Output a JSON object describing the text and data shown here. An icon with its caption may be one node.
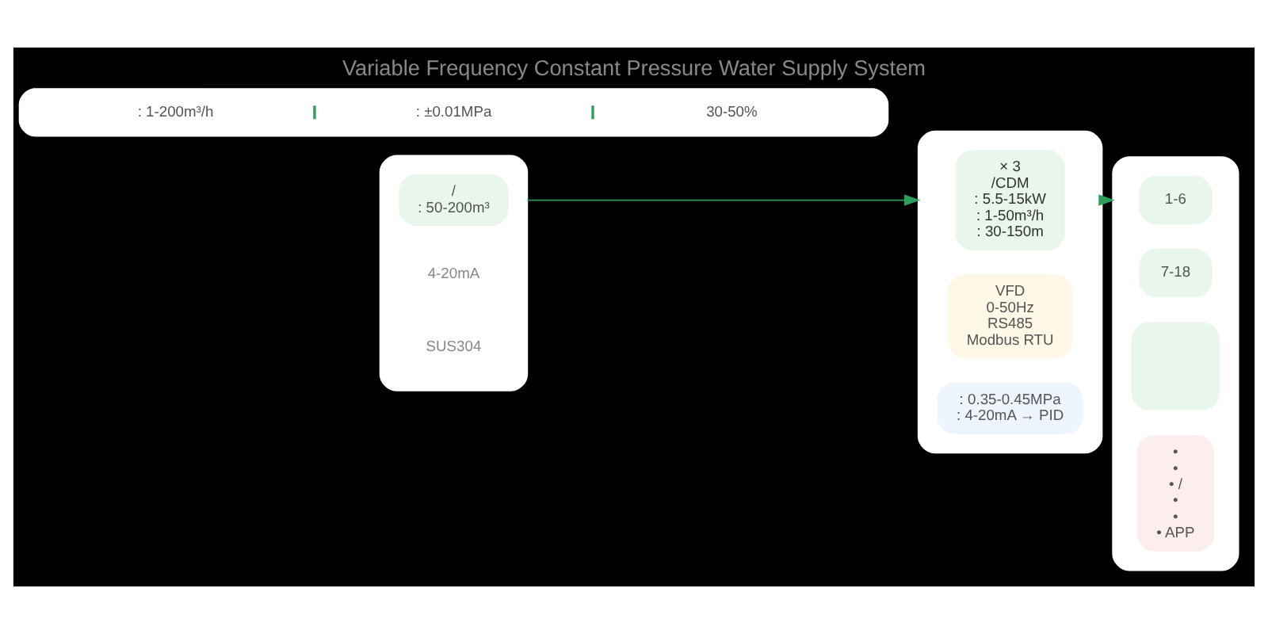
{
  "diagram": {
    "title": "Variable Frequency Constant Pressure Water Supply System",
    "nodes": [
      {
        "text": [],
        "shape": "box"
      },
      {
        "text": [
          "/",
          ": 50-200m³"
        ],
        "in": 0
      },
      {
        "text": [],
        "shape": "box"
      },
      {
        "text": [
          "× 3",
          "/CDM",
          ": 5.5-15kW",
          ": 1-50m³/h",
          ": 30-150m"
        ],
        "in": 2
      },
      {
        "text": [
          "VFD",
          "0-50Hz",
          "RS485",
          "Modbus RTU"
        ],
        "in": 2
      },
      {
        "text": [
          ": 0.35-0.45MPa",
          ": 4-20mA → PID"
        ],
        "in": 2
      },
      {
        "text": [],
        "shape": "box"
      },
      {
        "text": [
          "1-6"
        ],
        "in": 6
      },
      {
        "text": [
          "7-18"
        ],
        "in": 6
      },
      {
        "text": [],
        "shape": "box",
        "in": 6
      },
      {
        "text": [
          "•",
          "•",
          "• /",
          "•",
          "•",
          "• APP"
        ],
        "in": 6
      },
      {
        "text": [
          ": 1-200m³/h",
          ": ±0.01MPa",
          "30-50%"
        ]
      }
    ],
    "edges": [
      {
        "from": 0,
        "to": 2,
        "arrow": "to"
      },
      {
        "from": 2,
        "to": 6,
        "arrow": "to"
      }
    ],
    "labels": [
      "4-20mA",
      "SUS304"
    ]
  }
}
